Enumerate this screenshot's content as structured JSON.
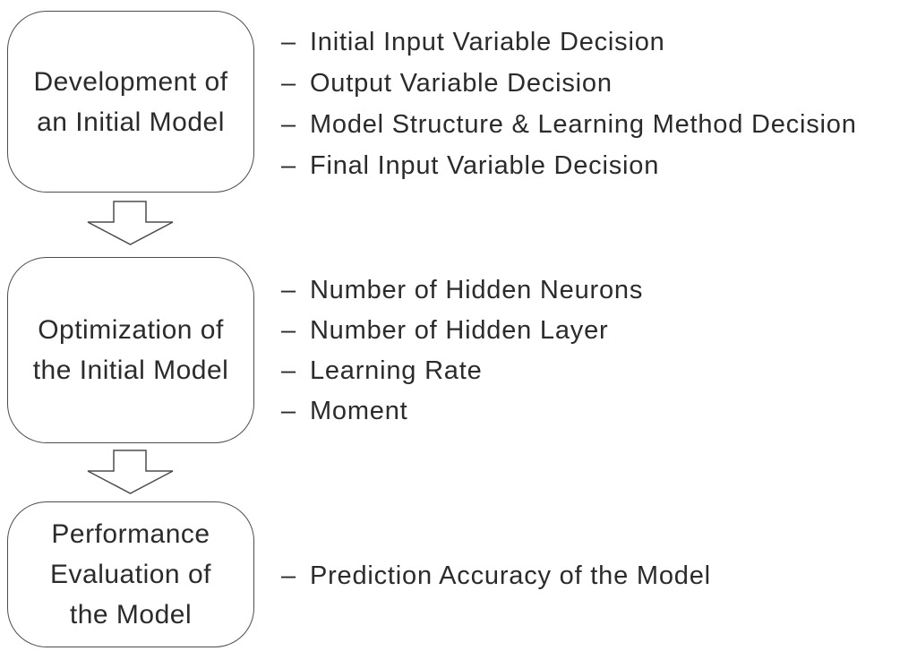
{
  "diagram": {
    "bullet": "–",
    "steps": [
      {
        "title_lines": [
          "Development of",
          "an Initial Model"
        ],
        "items": [
          "Initial Input Variable Decision",
          "Output Variable Decision",
          "Model Structure & Learning Method Decision",
          "Final Input Variable Decision"
        ]
      },
      {
        "title_lines": [
          "Optimization of",
          "the Initial Model"
        ],
        "items": [
          "Number of Hidden Neurons",
          "Number of Hidden Layer",
          "Learning Rate",
          "Moment"
        ]
      },
      {
        "title_lines": [
          "Performance",
          "Evaluation of",
          "the Model"
        ],
        "items": [
          "Prediction Accuracy of the Model"
        ]
      }
    ],
    "colors": {
      "line": "#4d4d4d",
      "text": "#2b2b2b",
      "background": "#ffffff"
    }
  }
}
